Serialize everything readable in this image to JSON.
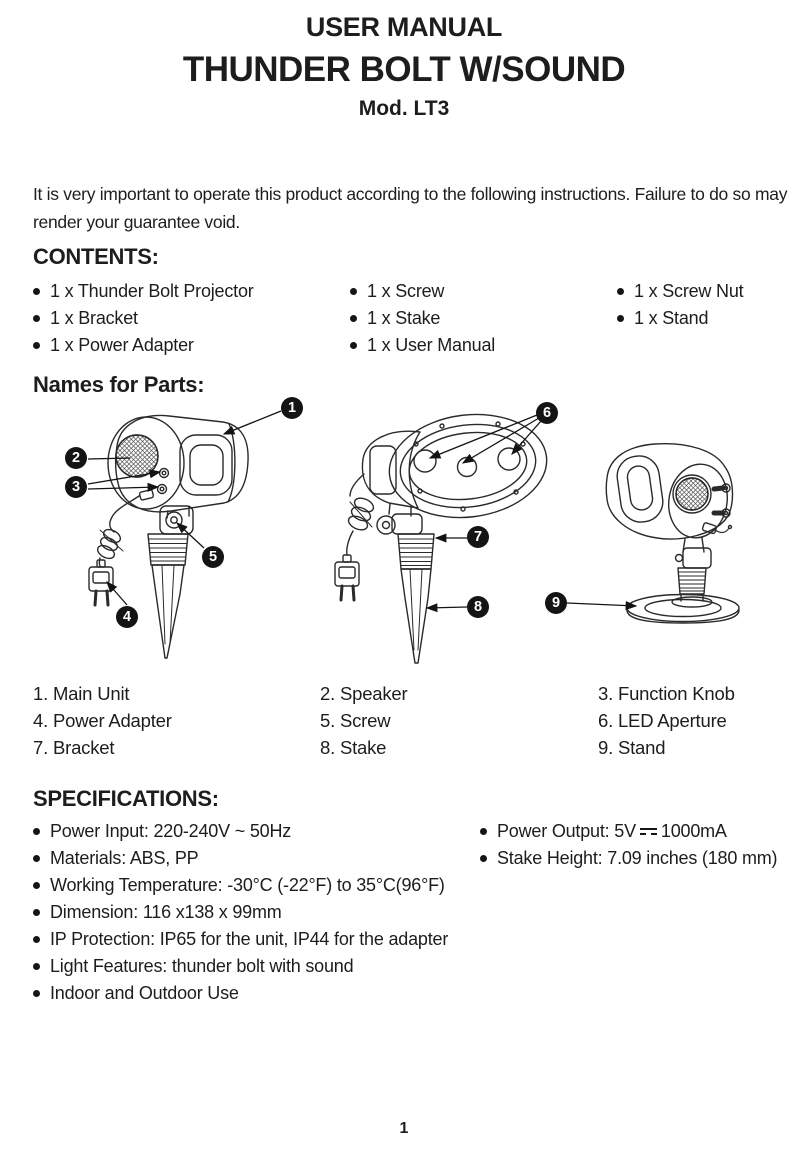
{
  "header": {
    "title": "USER MANUAL",
    "product": "THUNDER BOLT W/SOUND",
    "model": "Mod. LT3"
  },
  "intro": "It is very important to operate this product according to the following instructions. Failure to do so may render your guarantee void.",
  "contents": {
    "heading": "CONTENTS:",
    "columns": [
      [
        "1 x Thunder Bolt Projector",
        "1 x Bracket",
        "1 x Power Adapter"
      ],
      [
        "1 x Screw",
        "1 x Stake",
        "1 x User Manual"
      ],
      [
        "1 x Screw Nut",
        "1 x Stand"
      ]
    ]
  },
  "parts": {
    "heading": "Names for Parts:",
    "callouts": [
      "1",
      "2",
      "3",
      "4",
      "5",
      "6",
      "7",
      "8",
      "9"
    ],
    "list_columns": [
      [
        "1. Main Unit",
        "4. Power Adapter",
        "7. Bracket"
      ],
      [
        "2. Speaker",
        "5. Screw",
        "8. Stake"
      ],
      [
        "3. Function Knob",
        "6. LED Aperture",
        "9. Stand"
      ]
    ]
  },
  "specifications": {
    "heading": "SPECIFICATIONS:",
    "left": [
      "Power Input: 220-240V ~ 50Hz",
      "Materials: ABS, PP",
      "Working Temperature: -30°C (-22°F) to 35°C(96°F)",
      "Dimension: 116 x138 x 99mm",
      "IP Protection: IP65 for the unit, IP44 for the adapter",
      "Light Features: thunder bolt with sound",
      "Indoor and Outdoor Use"
    ],
    "right": {
      "power_output_before": "Power Output: 5V",
      "power_output_after": "1000mA",
      "dc_icon": "dc-symbol",
      "stake_height": "Stake Height: 7.09 inches (180 mm)"
    }
  },
  "footer": {
    "page_number": "1"
  }
}
